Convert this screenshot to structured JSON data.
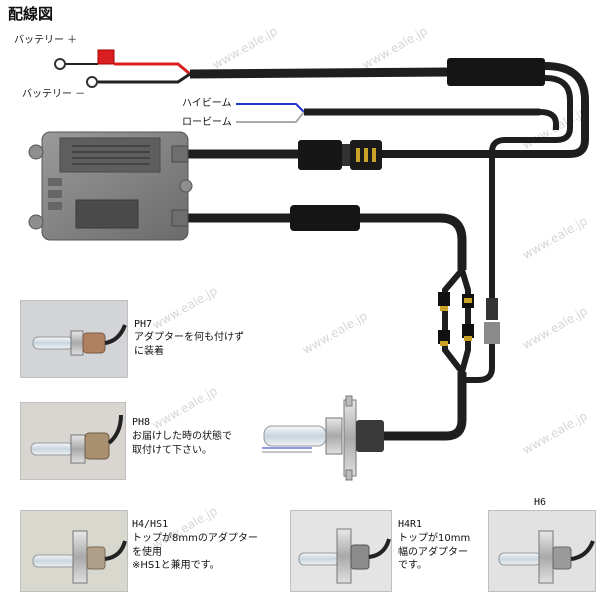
{
  "title": "配線図",
  "watermark": "www.eale.jp",
  "wires": {
    "battery_plus": "バッテリー ＋",
    "battery_minus": "バッテリー －",
    "high_beam": "ハイビーム",
    "low_beam": "ロービーム"
  },
  "bulbs": {
    "ph7": {
      "name": "PH7",
      "desc": "アダプターを何も付けず\nに装着"
    },
    "ph8": {
      "name": "PH8",
      "desc": "お届けした時の状態で\n取付けて下さい。"
    },
    "h4": {
      "name": "H4/HS1",
      "desc": "トップが8mmのアダプター\nを使用\n※HS1と兼用です。"
    },
    "h4r1": {
      "name": "H4R1",
      "desc": "トップが10mm\n幅のアダプター\nです。"
    },
    "h6": {
      "name": "H6"
    }
  },
  "colors": {
    "wire": "#1e1e1e",
    "red": "#d81e1e",
    "blue": "#2233cc",
    "ballast": "#7d7d7d",
    "photo_bg": "#d9d9c9"
  }
}
